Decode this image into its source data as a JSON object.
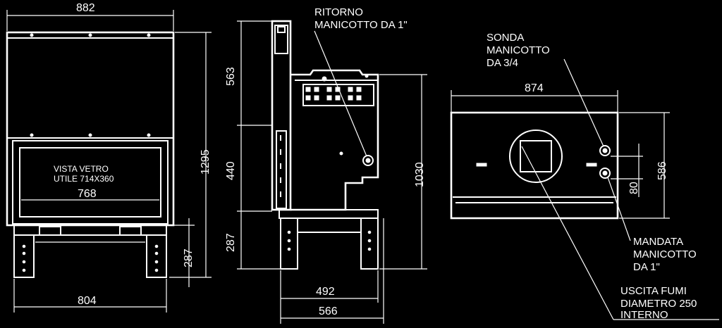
{
  "front_view": {
    "dim_width_top": "882",
    "dim_height_total": "1295",
    "glass_label_line1": "VISTA VETRO",
    "glass_label_line2": "UTILE 714X360",
    "dim_glass_width": "768",
    "dim_leg_height": "287",
    "dim_width_bottom": "804"
  },
  "side_view": {
    "label_return_line1": "RITORNO",
    "label_return_line2": "MANICOTTO  DA 1\"",
    "dim_563": "563",
    "dim_440": "440",
    "dim_287": "287",
    "dim_1030": "1030",
    "dim_492": "492",
    "dim_566": "566"
  },
  "top_view": {
    "label_probe_line1": "SONDA",
    "label_probe_line2": "MANICOTTO",
    "label_probe_line3": "DA 3/4",
    "dim_874": "874",
    "dim_586": "586",
    "dim_80": "80",
    "label_flow_line1": "MANDATA",
    "label_flow_line2": "MANICOTTO",
    "label_flow_line3": "DA 1\"",
    "label_flue_line1": "USCITA FUMI",
    "label_flue_line2": "DIAMETRO 250",
    "label_flue_line3": "INTERNO"
  }
}
